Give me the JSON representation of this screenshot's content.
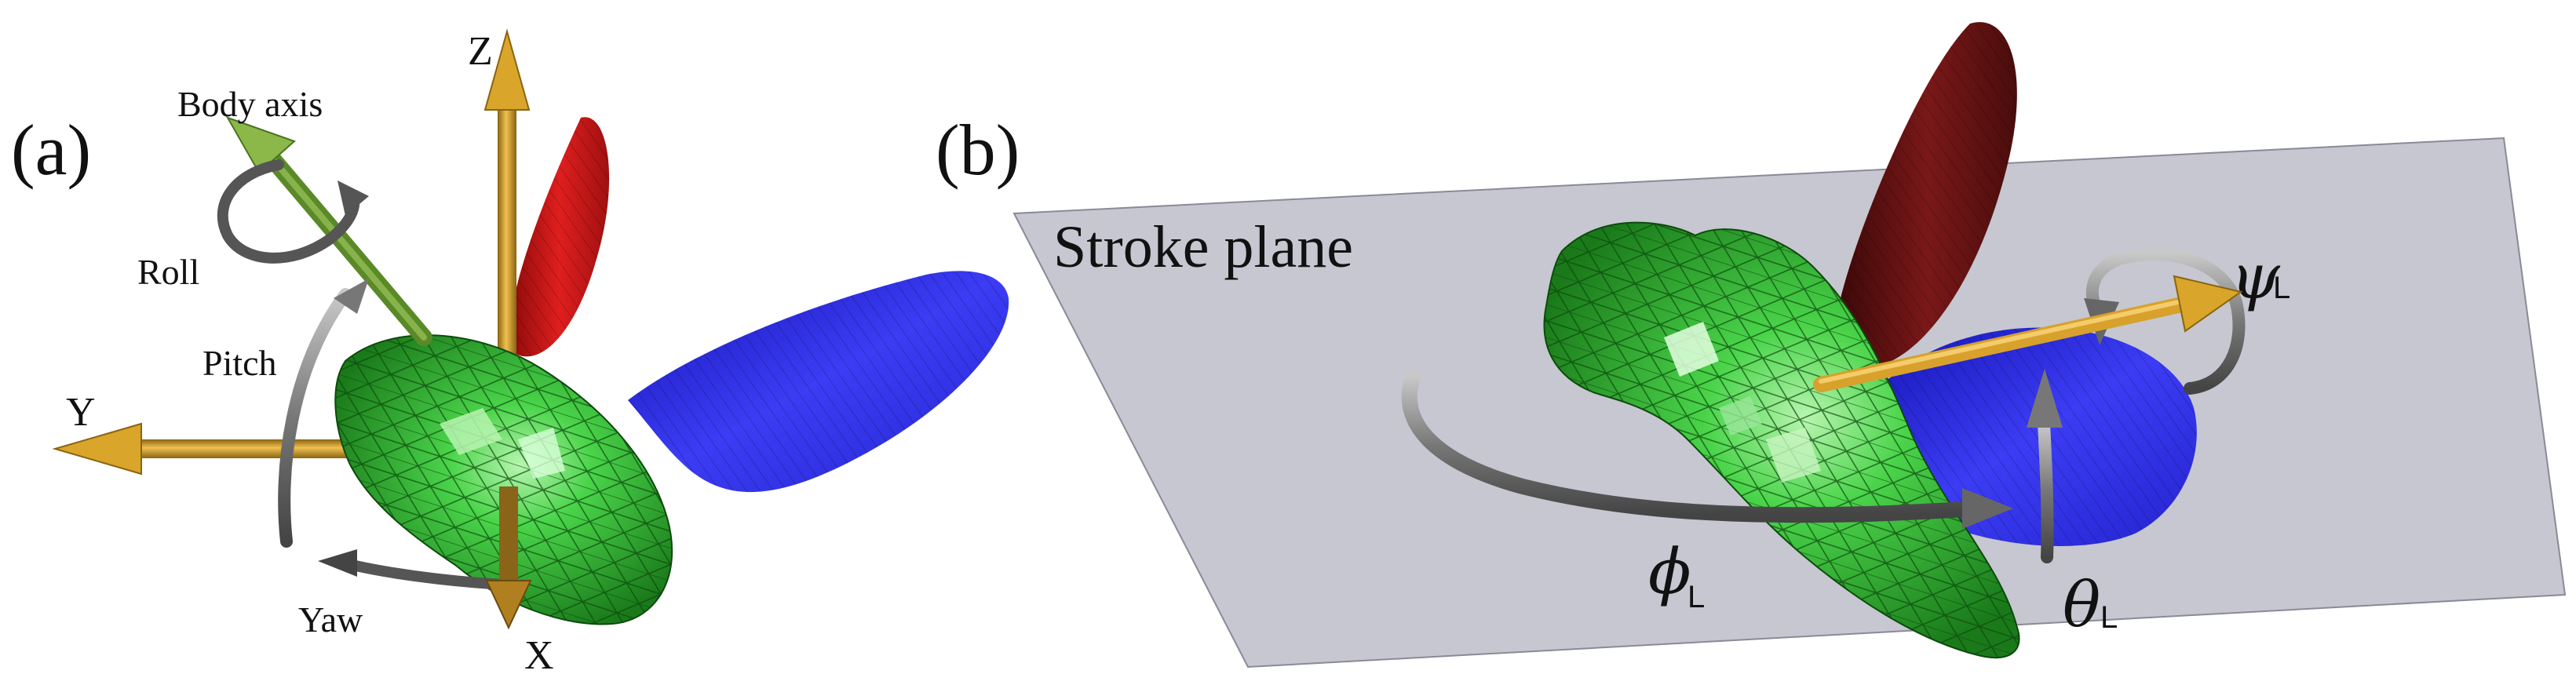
{
  "panels": {
    "a": {
      "tag": "(a)",
      "labels": {
        "z": "Z",
        "y": "Y",
        "x": "X",
        "body_axis": "Body axis",
        "roll": "Roll",
        "pitch": "Pitch",
        "yaw": "Yaw"
      }
    },
    "b": {
      "tag": "(b)",
      "labels": {
        "stroke_plane": "Stroke plane",
        "phi": "ϕ",
        "phi_sub": "L",
        "theta": "θ",
        "theta_sub": "L",
        "psi": "ψ",
        "psi_sub": "L"
      }
    }
  },
  "colors": {
    "axis_gold": "#c8961e",
    "body_green": "#2fb52f",
    "wing_red": "#c81414",
    "wing_dark_red": "#6e1414",
    "wing_blue": "#2828e6",
    "arrow_gray": "#6e6e6e",
    "body_axis_green": "#6e9632",
    "plane_gray": "#c8c8d2"
  }
}
